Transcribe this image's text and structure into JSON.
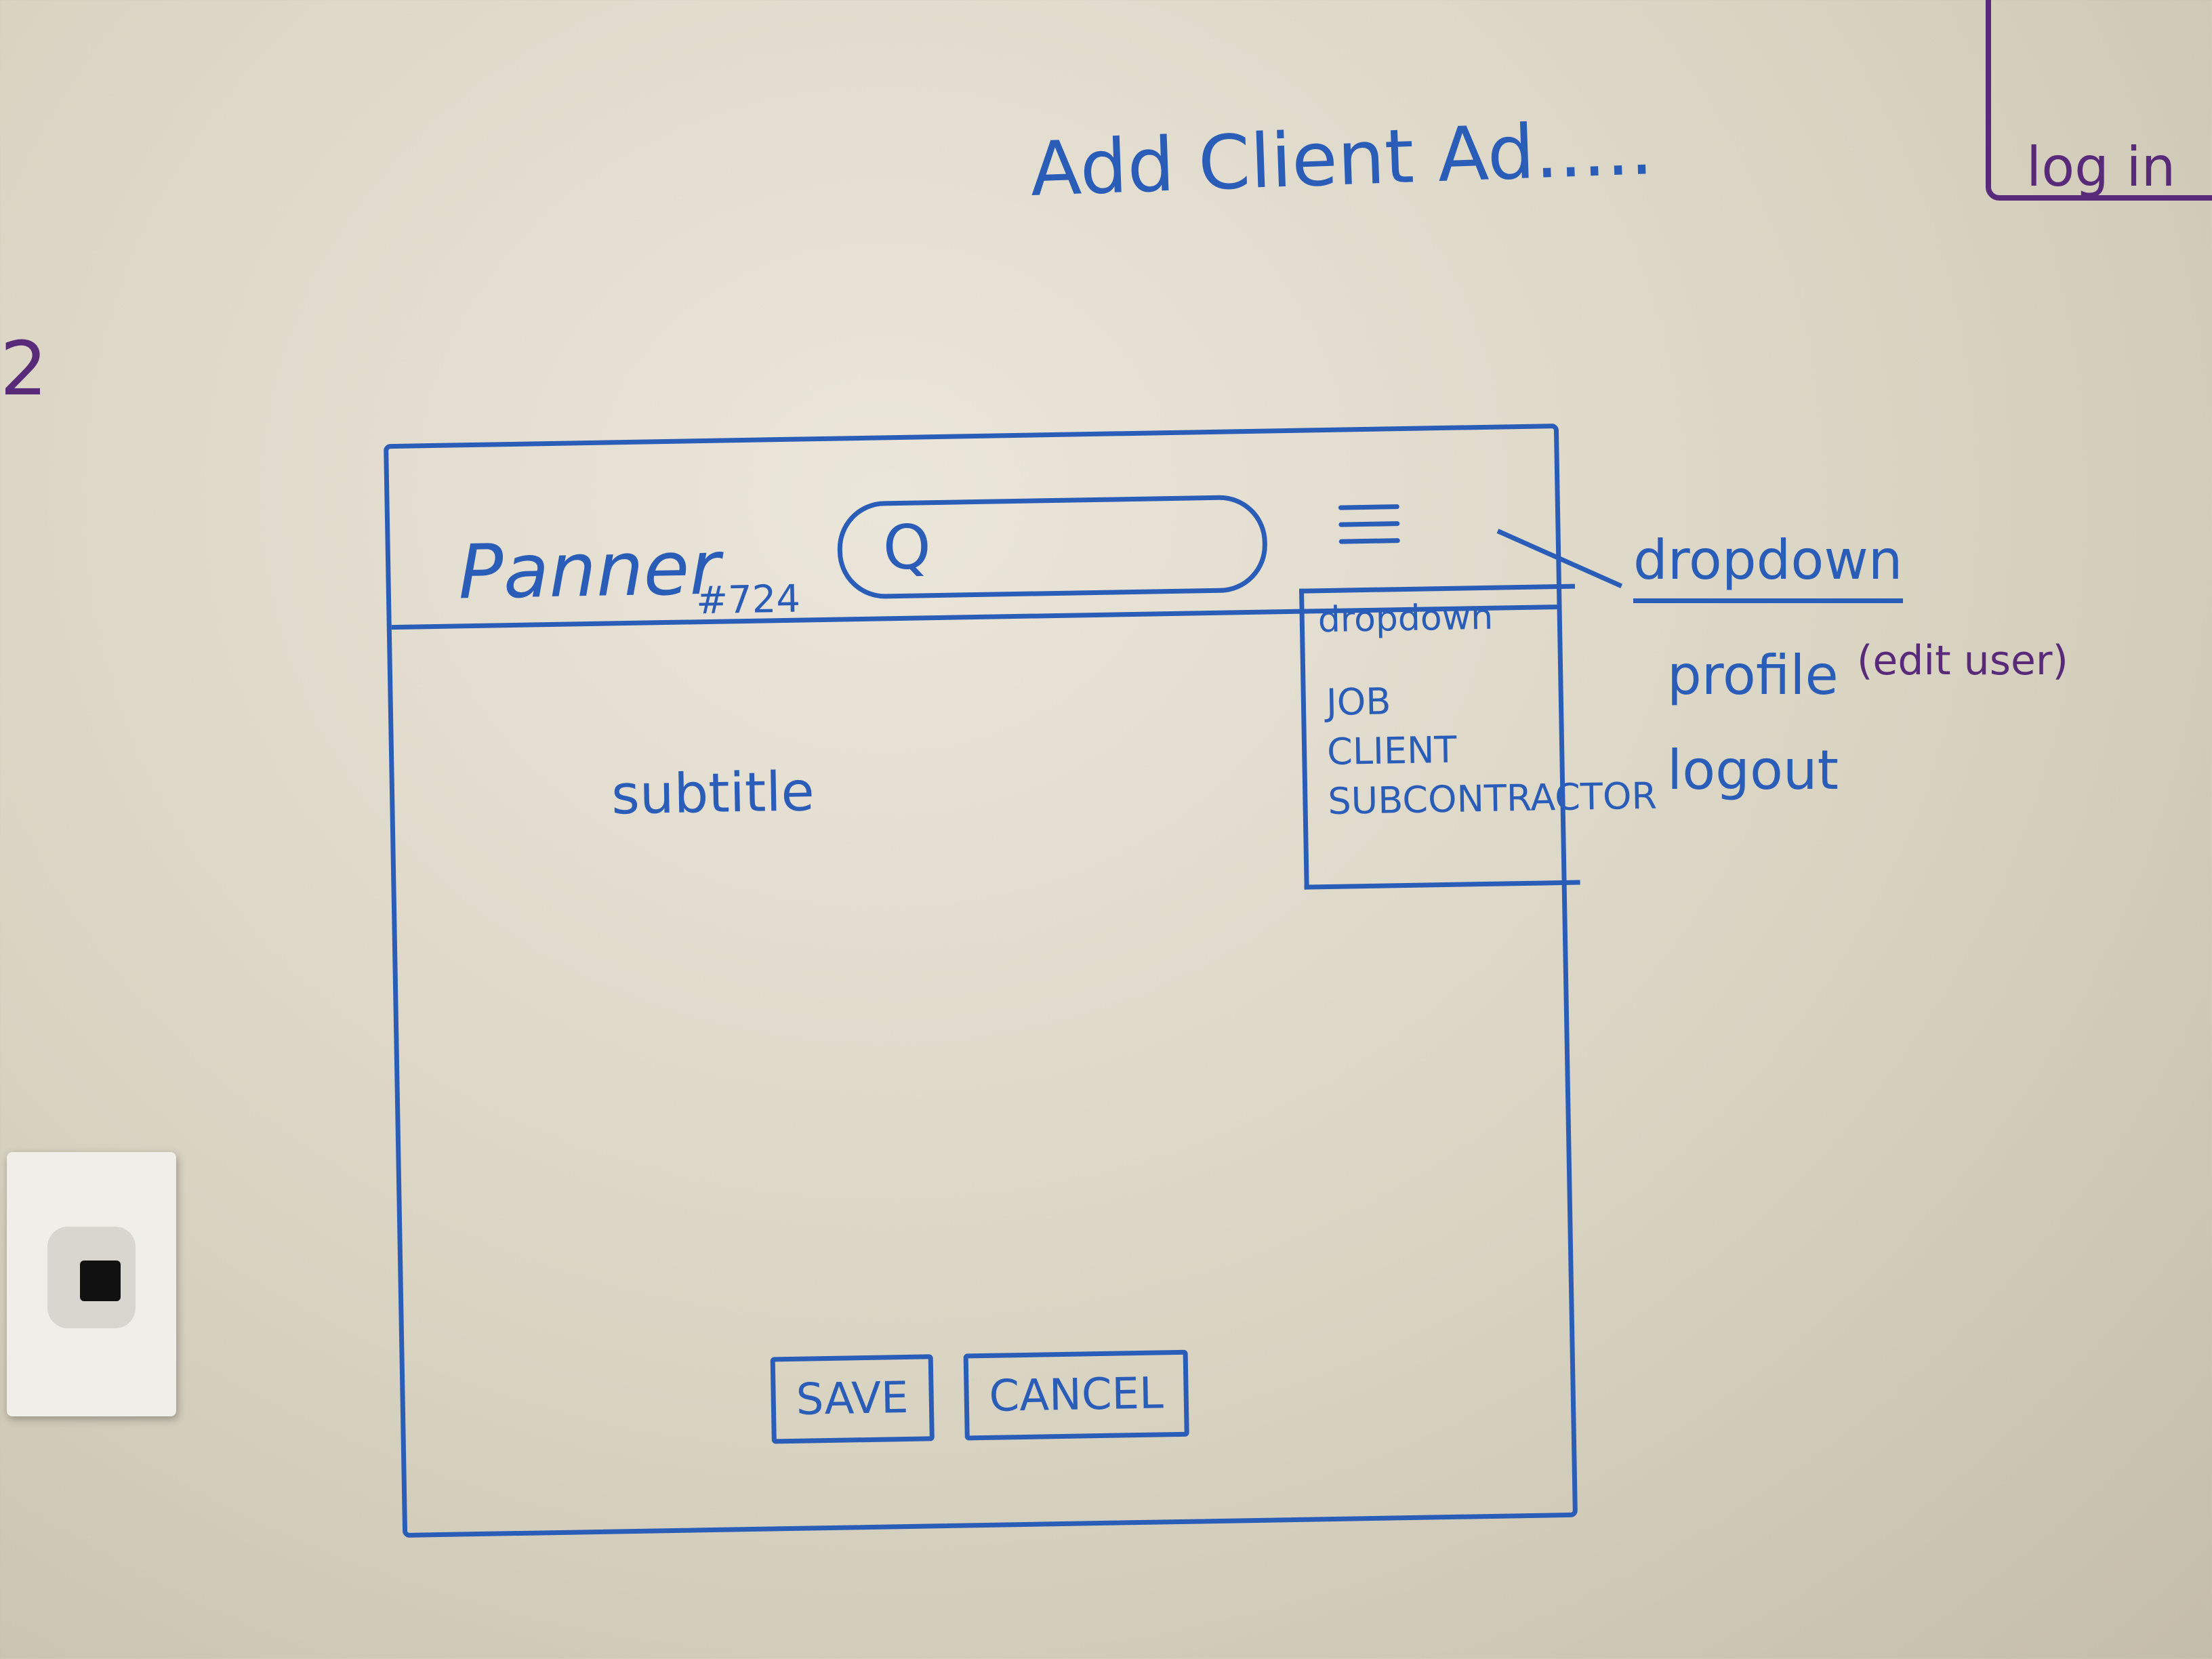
{
  "whiteboard": {
    "title": "Add Client Ad.....",
    "login_text": "log in",
    "margin_number": "2"
  },
  "sketch": {
    "logo": "Panner",
    "logo_sub": "#724",
    "search_icon": "Q",
    "menu": {
      "title": "dropdown",
      "items": [
        "JOB",
        "CLIENT",
        "SUBCONTRACTOR"
      ]
    },
    "subtitle": "subtitle",
    "buttons": {
      "save": "SAVE",
      "cancel": "CANCEL"
    }
  },
  "annotations": {
    "dropdown": "dropdown",
    "profile": "profile",
    "profile_note": "(edit user)",
    "logout": "logout"
  },
  "colors": {
    "marker_blue": "#2a5db8",
    "marker_purple": "#5a2a7a"
  }
}
